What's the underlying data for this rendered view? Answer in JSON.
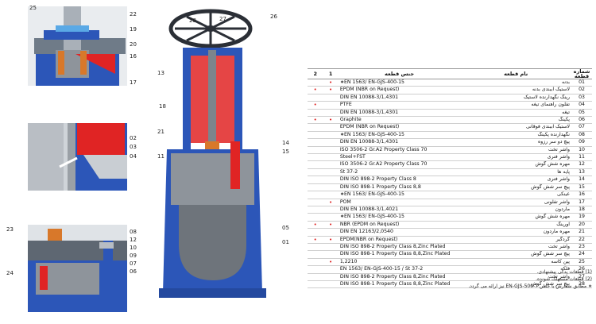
{
  "diagram": {
    "callouts_top_left": [
      "25",
      "22",
      "19",
      "20",
      "16",
      "17"
    ],
    "callouts_mid_left": [
      "02",
      "03",
      "04"
    ],
    "callouts_bottom_left": [
      "23",
      "08",
      "12",
      "10",
      "09",
      "07",
      "06",
      "24"
    ],
    "callouts_main": [
      "28",
      "27",
      "26",
      "13",
      "18",
      "21",
      "11",
      "14",
      "15",
      "05",
      "01"
    ]
  },
  "table": {
    "headers": {
      "col2": "2",
      "col1": "1",
      "material": "جنس قطعه",
      "name": "نام قطعه",
      "index": "شماره قطعه"
    },
    "rows": [
      {
        "c2": "",
        "c1": "•",
        "material": "∗EN 1563/ EN-GJS-400-15",
        "name": "بدنه",
        "idx": "01"
      },
      {
        "c2": "•",
        "c1": "•",
        "material": "EPDM (NBR on Request)",
        "name": "لاستیک آببندی بدنه",
        "idx": "02"
      },
      {
        "c2": "",
        "c1": "",
        "material": "DIN EN 10088-3/1,4301",
        "name": "رینگ نگهدارنده لاستیک",
        "idx": "03"
      },
      {
        "c2": "•",
        "c1": "",
        "material": "PTFE",
        "name": "تفلون راهنمای تیغه",
        "idx": "04"
      },
      {
        "c2": "",
        "c1": "",
        "material": "DIN EN 10088-3/1,4301",
        "name": "تیغه",
        "idx": "05"
      },
      {
        "c2": "•",
        "c1": "•",
        "material": "Graphite",
        "name": "پکینگ",
        "idx": "06"
      },
      {
        "c2": "",
        "c1": "",
        "material": "EPDM (NBR on Request)",
        "name": "لاستیک آببندی فوقانی",
        "idx": "07"
      },
      {
        "c2": "",
        "c1": "",
        "material": "∗EN 1563/ EN-GJS-400-15",
        "name": "نگهدارنده پکینگ",
        "idx": "08"
      },
      {
        "c2": "",
        "c1": "",
        "material": "DIN EN 10088-3/1,4301",
        "name": "پیچ دو سر رزوه",
        "idx": "09"
      },
      {
        "c2": "",
        "c1": "",
        "material": "ISO 3506-2 Gr.A2 Property Class 70",
        "name": "واشر تخت",
        "idx": "10"
      },
      {
        "c2": "",
        "c1": "",
        "material": "Steel+FST",
        "name": "واشر فنری",
        "idx": "11"
      },
      {
        "c2": "",
        "c1": "",
        "material": "ISO 3506-2 Gr.A2 Property Class 70",
        "name": "مهره شش گوش",
        "idx": "12"
      },
      {
        "c2": "",
        "c1": "",
        "material": "St 37-2",
        "name": "پایه ها",
        "idx": "13"
      },
      {
        "c2": "",
        "c1": "",
        "material": "DIN ISO 898-2 Property Class 8",
        "name": "واشر فنری",
        "idx": "14"
      },
      {
        "c2": "",
        "c1": "",
        "material": "DIN ISO 898-1 Property Class 8,8",
        "name": "پیچ سر شش گوش",
        "idx": "15"
      },
      {
        "c2": "",
        "c1": "",
        "material": "∗EN 1563/ EN-GJS-400-15",
        "name": "عینکی",
        "idx": "16"
      },
      {
        "c2": "",
        "c1": "•",
        "material": "POM",
        "name": "واشر تفلونی",
        "idx": "17"
      },
      {
        "c2": "",
        "c1": "",
        "material": "DIN EN 10088-3/1,4021",
        "name": "ماردون",
        "idx": "18"
      },
      {
        "c2": "",
        "c1": "",
        "material": "∗EN 1563/ EN-GJS-400-15",
        "name": "مهره شش گوش",
        "idx": "19"
      },
      {
        "c2": "•",
        "c1": "•",
        "material": "NBR (EPDM on Request)",
        "name": "اورینگ",
        "idx": "20"
      },
      {
        "c2": "",
        "c1": "",
        "material": "DIN EN 12163/2,0540",
        "name": "مهره ماردون",
        "idx": "21"
      },
      {
        "c2": "•",
        "c1": "•",
        "material": "EPDM(NBR on Request)",
        "name": "گردگیر",
        "idx": "22"
      },
      {
        "c2": "",
        "c1": "",
        "material": "DIN ISO 898-2 Property Class 8,Zinc Plated",
        "name": "واشر تخت",
        "idx": "23"
      },
      {
        "c2": "",
        "c1": "",
        "material": "DIN ISO 898-1 Property Class 8,8,Zinc Plated",
        "name": "پیچ سر شش گوش",
        "idx": "24"
      },
      {
        "c2": "",
        "c1": "•",
        "material": "1,2210",
        "name": "پین کاسه",
        "idx": "25"
      },
      {
        "c2": "",
        "c1": "",
        "material": "EN 1563/ EN-GJS-400-15 / St 37-2",
        "name": "فلکه",
        "idx": "26"
      },
      {
        "c2": "",
        "c1": "",
        "material": "DIN ISO 898-2 Property Class 8,Zinc Plated",
        "name": "واشر تخت",
        "idx": "27"
      },
      {
        "c2": "",
        "c1": "",
        "material": "DIN ISO 898-1 Property Class 8,8,Zinc Plated",
        "name": "پیچ سر شش گوش",
        "idx": "28"
      }
    ]
  },
  "notes": [
    "(1) قطعات یدکی پیشنهادی.",
    "(2) قطعات مستهلک شونده.",
    "∗ مطابق سفارش با جنس EN-GJS-500-7 نیز ارائه می گردد."
  ],
  "colors": {
    "body_blue": "#2c56b8",
    "seal_red": "#e02424",
    "steel_gray": "#9aa0a6",
    "bronze": "#d8782a"
  }
}
